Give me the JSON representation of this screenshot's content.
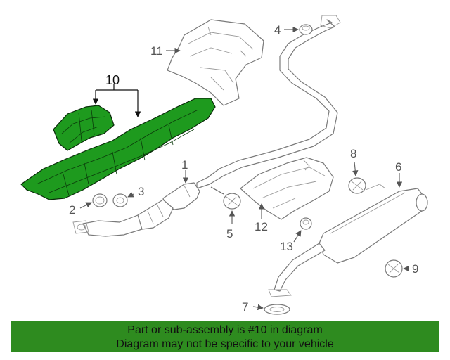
{
  "diagram": {
    "callouts": {
      "c1": "1",
      "c2": "2",
      "c3": "3",
      "c4": "4",
      "c5": "5",
      "c6": "6",
      "c7": "7",
      "c8": "8",
      "c9": "9",
      "c10": "10",
      "c11": "11",
      "c12": "12",
      "c13": "13"
    },
    "highlighted_part": "10",
    "highlight_color": "#1e9a1e"
  },
  "footer": {
    "line1": "Part or sub-assembly is #10 in diagram",
    "line2": "Diagram may not be specific to your vehicle",
    "background": "#2e8b1f"
  }
}
